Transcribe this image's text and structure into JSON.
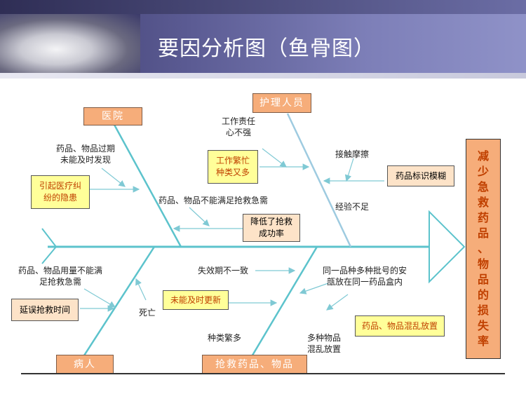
{
  "header": {
    "title": "要因分析图（鱼骨图）"
  },
  "categories": {
    "hospital": "医院",
    "nurse": "护理人员",
    "patient": "病人",
    "drug": "抢救药品、物品"
  },
  "effect": [
    "减",
    "少",
    "急",
    "救",
    "药",
    "品",
    "、",
    "物",
    "品",
    "的",
    "损",
    "失",
    "率"
  ],
  "causes": {
    "hospital_overdue": "药品、物品过期\n未能及时发现",
    "hospital_dispute": "引起医疗纠\n纷的隐患",
    "hospital_insufficient": "药品、物品不能满足抢救急需",
    "hospital_rate": "降低了抢救\n成功率",
    "nurse_duty": "工作责任\n心不强",
    "nurse_busy": "工作繁忙\n种类又多",
    "nurse_wear": "接触摩擦",
    "nurse_label": "药品标识模糊",
    "nurse_exp": "经验不足",
    "patient_usage": "药品、物品用量不能满\n足抢救急需",
    "patient_delay": "延误抢救时间",
    "patient_death": "死亡",
    "drug_expiry": "失效期不一致",
    "drug_update": "未能及时更新",
    "drug_variety": "种类繁多",
    "drug_batch": "同一品种多种批号的安\n瓿放在同一药品盒内",
    "drug_mixed_box": "药品、物品混乱放置",
    "drug_mixed": "多种物品\n混乱放置"
  }
}
